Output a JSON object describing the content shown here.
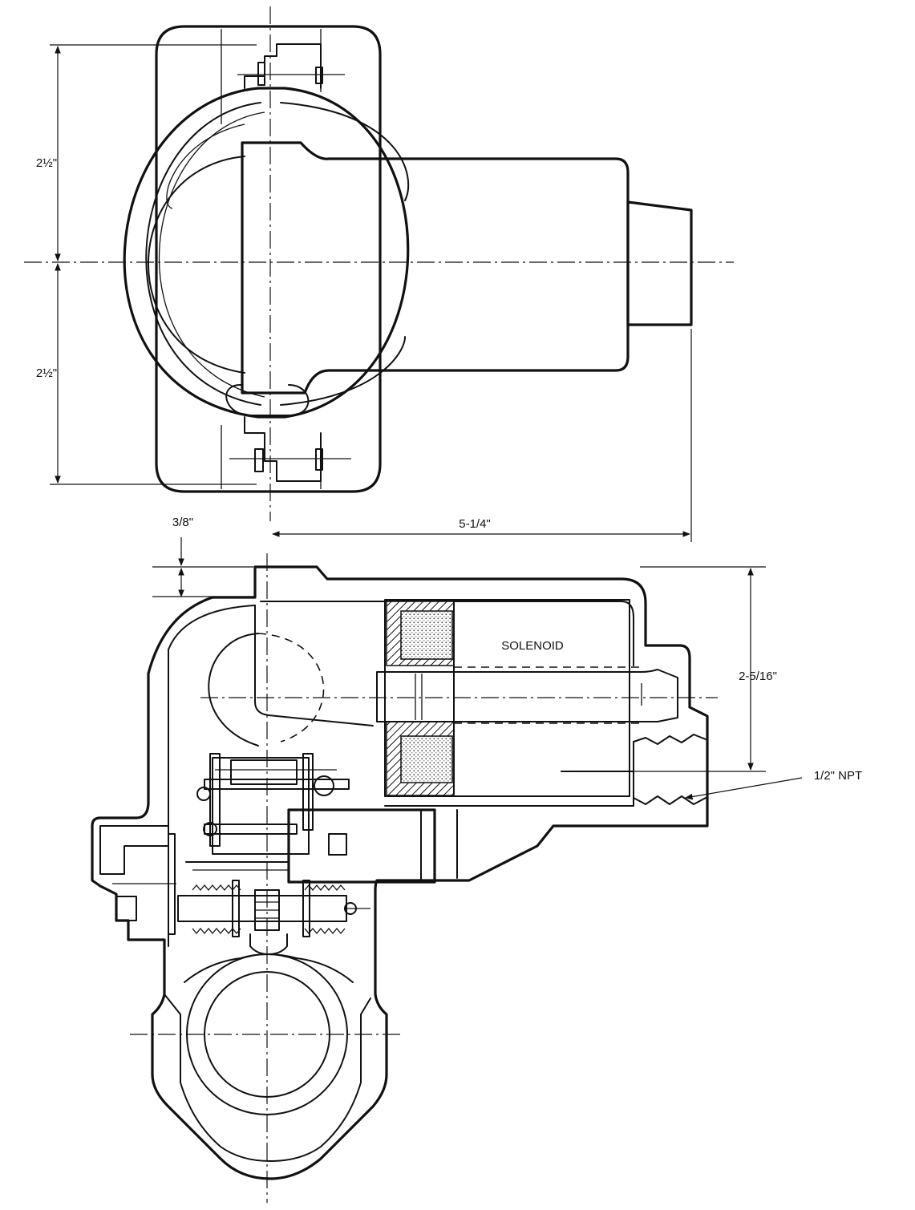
{
  "dimensions": {
    "top_half_height_upper": "2½\"",
    "top_half_height_lower": "2½\"",
    "offset": "3/8\"",
    "length": "5-1/4\"",
    "side_height": "2-5/16\""
  },
  "labels": {
    "solenoid": "SOLENOID",
    "port": "1/2\" NPT"
  }
}
